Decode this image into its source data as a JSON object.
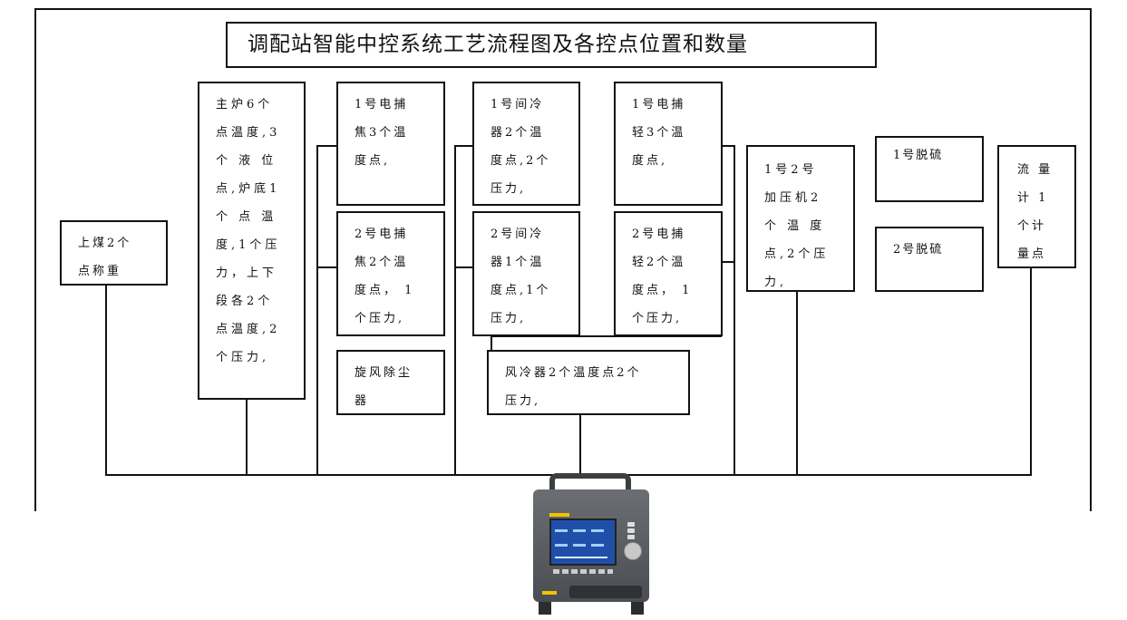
{
  "title": "调配站智能中控系统工艺流程图及各控点位置和数量",
  "boxes": {
    "coal": "上煤2个\n点称重",
    "furnace": "主炉6个\n点温度,3\n个 液 位\n点,炉底1\n个 点 温\n度,1个压\n力，上下\n段各2个\n点温度,2\n个压力,",
    "esp_coke_1": "1号电捕\n焦3个温\n度点,",
    "esp_coke_2": "2号电捕\n焦2个温\n度点， 1\n个压力,",
    "cyclone": "旋风除尘\n器",
    "cooler_1": "1号间冷\n器2个温\n度点,2个\n压力,",
    "cooler_2": "2号间冷\n器1个温\n度点,1个\n压力,",
    "air_cooler": "风冷器2个温度点2个\n压力,",
    "esp_light_1": "1号电捕\n轻3个温\n度点,",
    "esp_light_2": "2号电捕\n轻2个温\n度点， 1\n个压力,",
    "compressor": "1号2号\n加压机2\n个 温 度\n点,2个压\n力,",
    "desulf_1": "1号脱硫",
    "desulf_2": "2号脱硫",
    "flowmeter": "流 量\n计 1\n个计\n量点"
  },
  "icons": {
    "device": "temperature-recorder-icon"
  }
}
